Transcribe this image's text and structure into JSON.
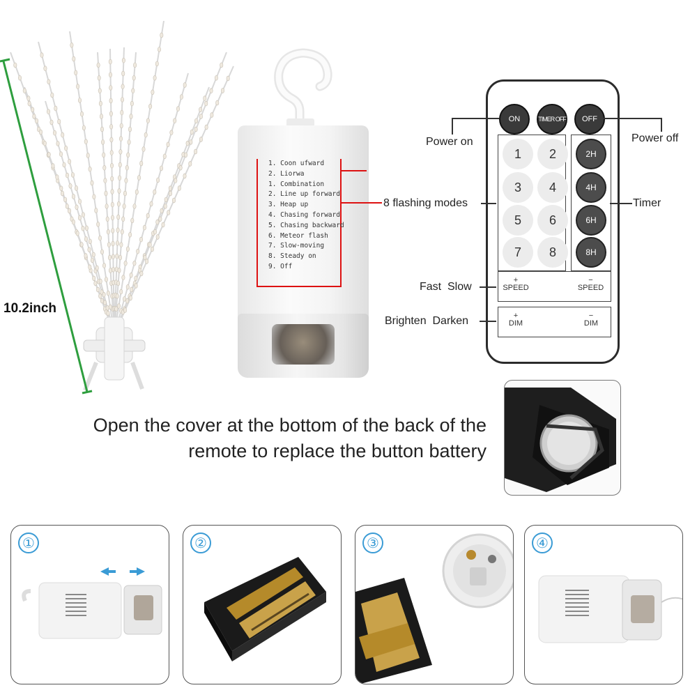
{
  "dimension_label": "10.2inch",
  "battery_box": {
    "modes": [
      "1. Coon ufward",
      "2. Liorwa",
      "1. Combination",
      "2. Line up forward",
      "3. Heap up",
      "4. Chasing forward",
      "5. Chasing backward",
      "6. Meteor flash",
      "7. Slow-moving",
      "8. Steady on",
      "9. Off"
    ]
  },
  "remote": {
    "on_label": "ON",
    "timer_off_label": "TIMER OFF",
    "off_label": "OFF",
    "mode_buttons": [
      "1",
      "2",
      "3",
      "4",
      "5",
      "6",
      "7",
      "8"
    ],
    "timer_buttons": [
      "2H",
      "4H",
      "6H",
      "8H"
    ],
    "speed_plus": "+",
    "speed_plus_label": "SPEED",
    "speed_minus": "−",
    "speed_minus_label": "SPEED",
    "dim_plus": "+",
    "dim_plus_label": "DIM",
    "dim_minus": "−",
    "dim_minus_label": "DIM"
  },
  "callouts": {
    "power_on": "Power on",
    "power_off": "Power off",
    "flashing_modes": "8 flashing modes",
    "timer": "Timer",
    "fast_slow": "Fast  Slow",
    "brighten_darken": "Brighten  Darken"
  },
  "instruction": {
    "line1": "Open the cover at the bottom of the back of the",
    "line2": "remote to replace the button battery"
  },
  "steps": [
    "①",
    "②",
    "③",
    "④"
  ],
  "colors": {
    "accent_blue": "#3a9bd5",
    "dimension_green": "#2e9e3e",
    "callout_red": "#dd1111"
  }
}
